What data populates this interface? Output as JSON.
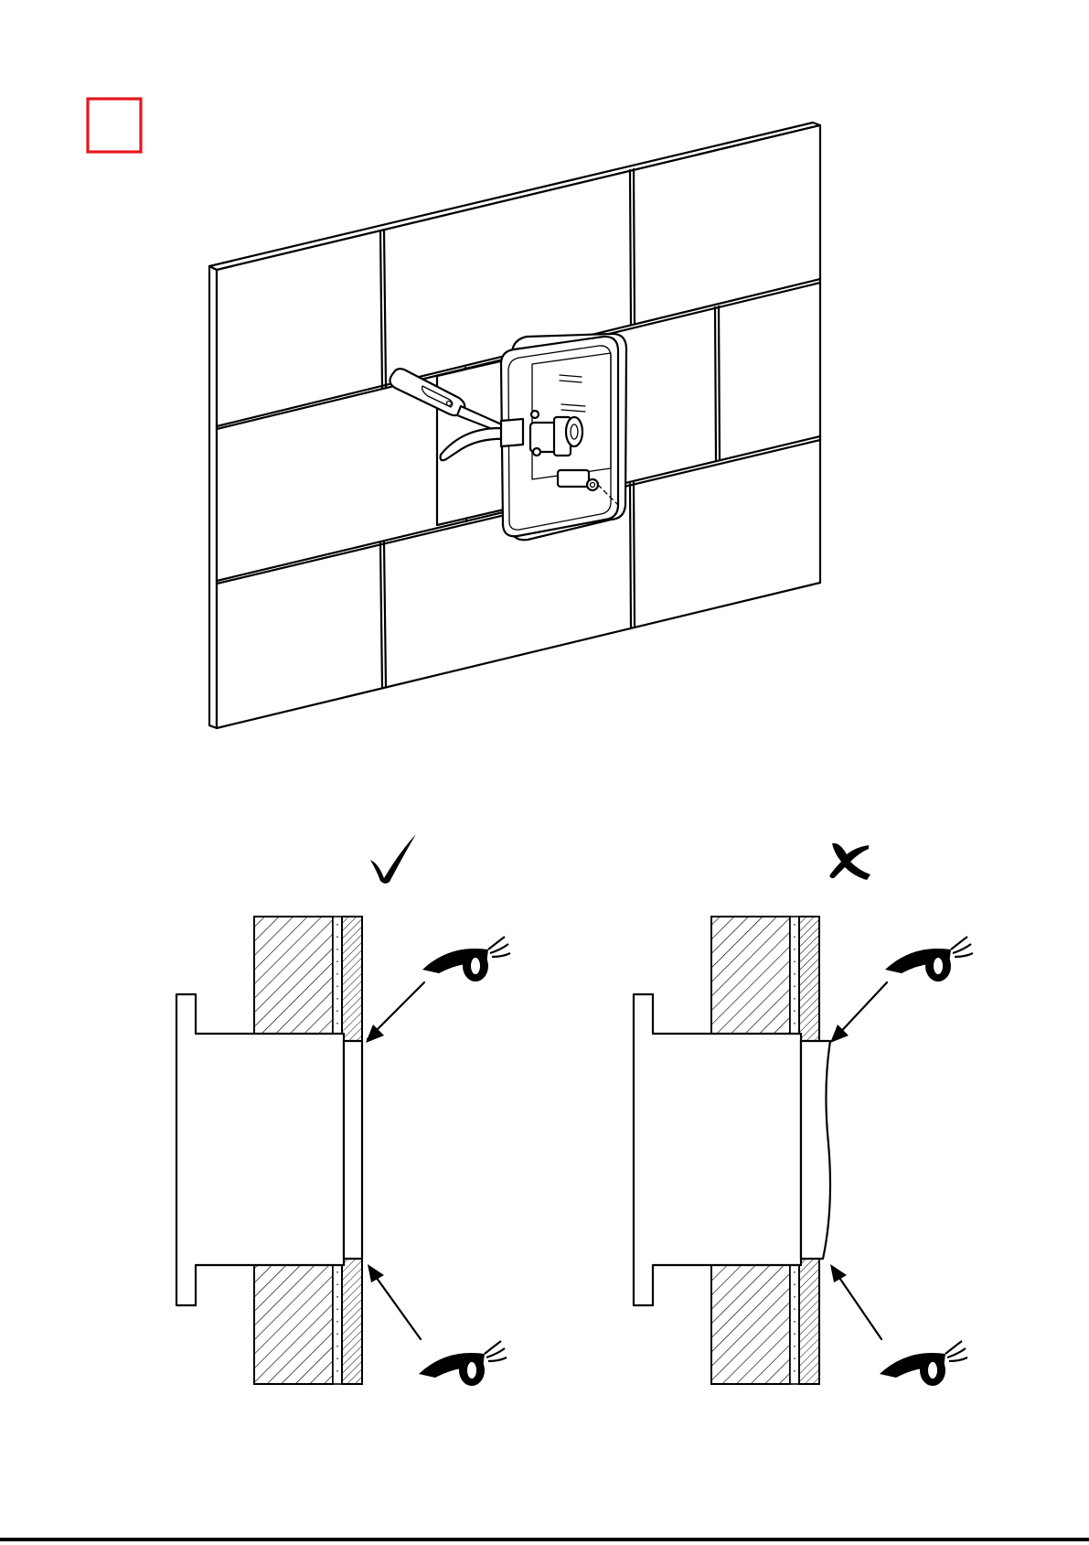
{
  "colors": {
    "step_marker": "#e5161e",
    "ink": "#000000",
    "paper": "#ffffff",
    "bottom_bar": "#000000"
  },
  "step": {
    "number": ""
  },
  "panels": [
    {
      "id": "correct",
      "mark_icon": "check-mark-icon",
      "meaning": "correct"
    },
    {
      "id": "incorrect",
      "mark_icon": "cross-mark-icon",
      "meaning": "incorrect"
    }
  ]
}
